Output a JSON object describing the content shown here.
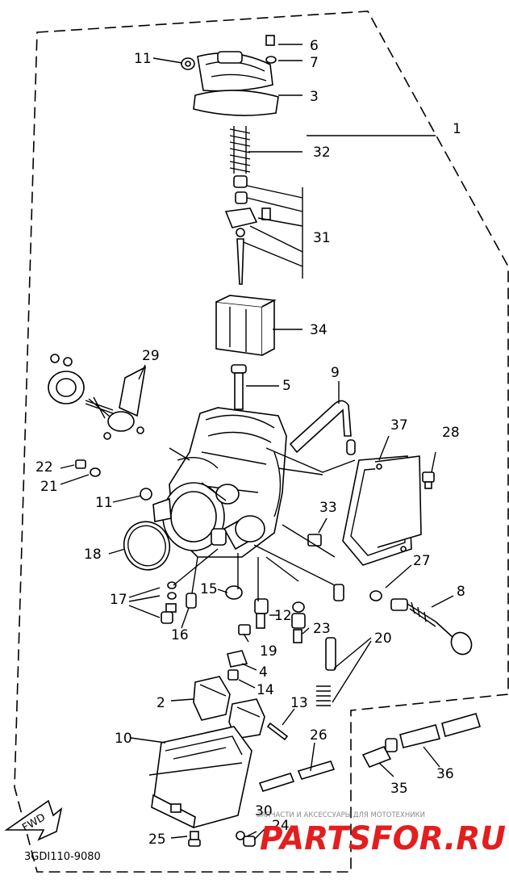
{
  "diagram": {
    "code": "3GDI110-9080",
    "fwd_arrow": "FWD",
    "callouts": [
      "1",
      "2",
      "3",
      "4",
      "5",
      "6",
      "7",
      "8",
      "9",
      "10",
      "11",
      "11",
      "12",
      "13",
      "14",
      "15",
      "16",
      "17",
      "18",
      "19",
      "20",
      "21",
      "22",
      "23",
      "24",
      "25",
      "26",
      "27",
      "28",
      "29",
      "30",
      "31",
      "32",
      "33",
      "34",
      "35",
      "36",
      "37"
    ]
  },
  "watermark": {
    "tagline": "ЗАПЧАСТИ И АКСЕССУАРЫ ДЛЯ МОТОТЕХНИКИ",
    "brand": "PARTSFOR.RU"
  },
  "colors": {
    "line": "#000000",
    "background": "#ffffff",
    "brand": "#e31e1e"
  }
}
